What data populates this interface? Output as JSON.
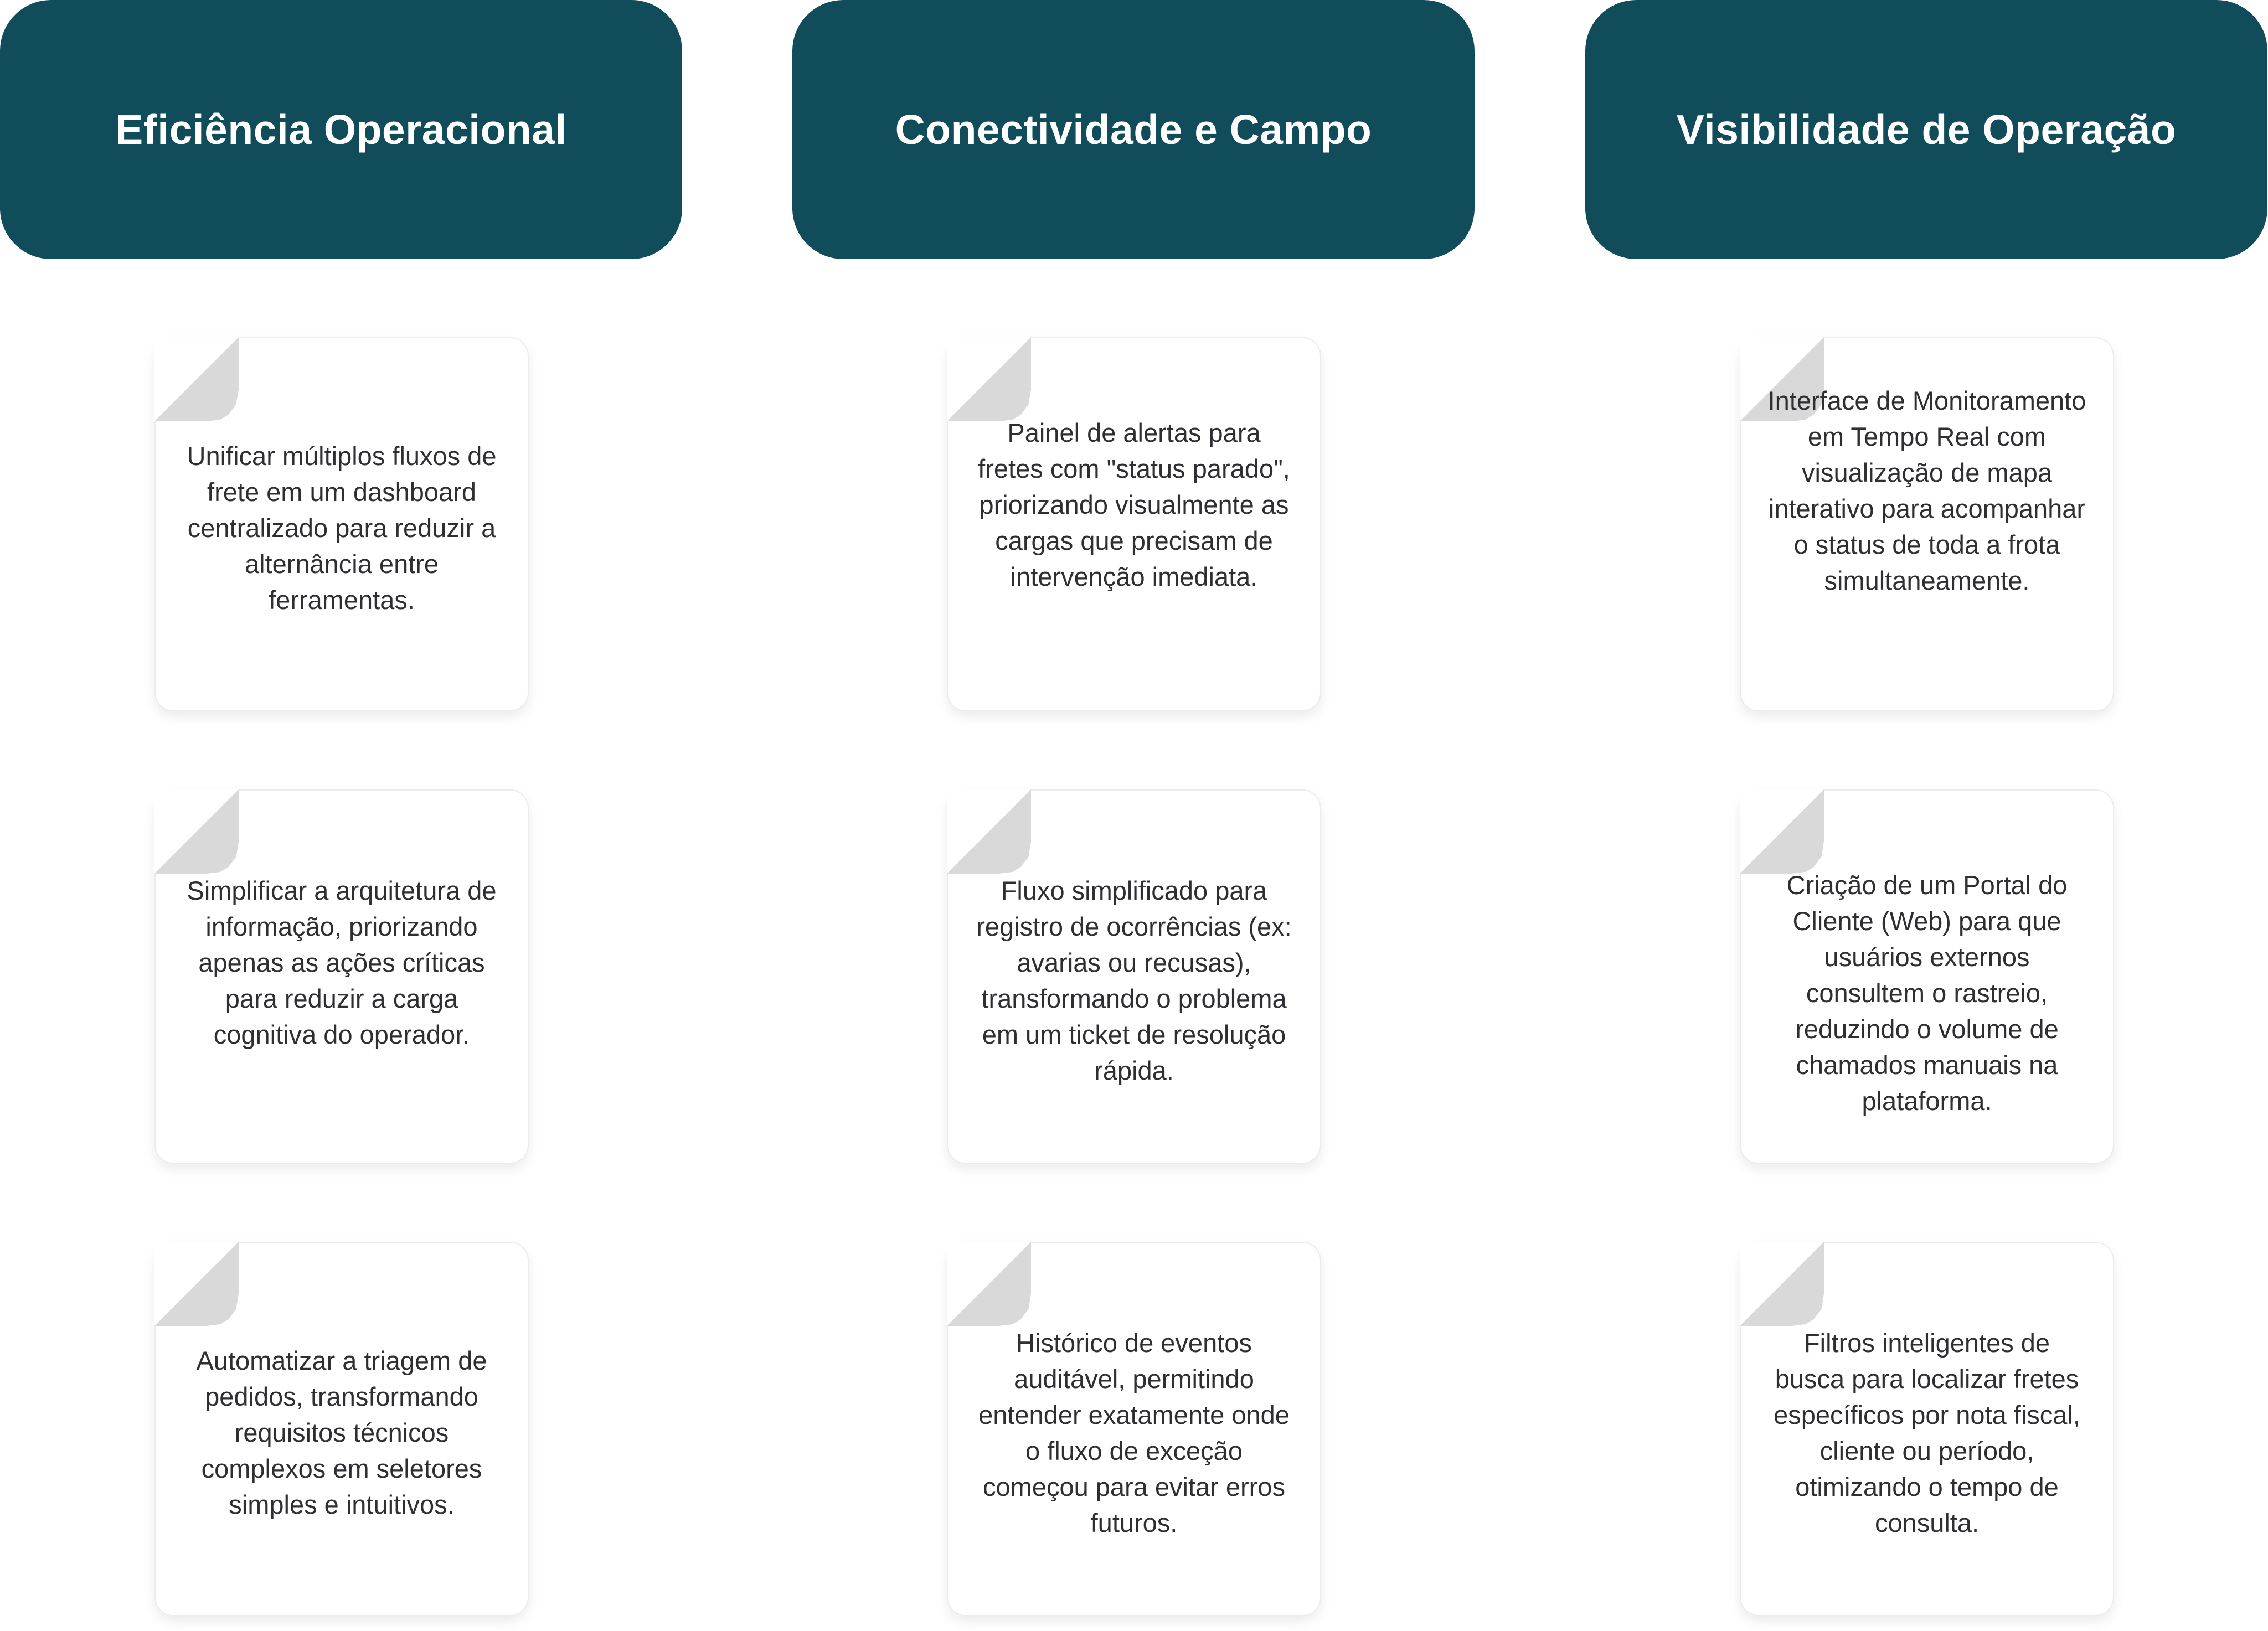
{
  "columns": [
    {
      "title": "Eficiência Operacional",
      "cards": [
        "Unificar múltiplos fluxos de frete em um dashboard centralizado para reduzir a alternância entre ferramentas.",
        "Simplificar a arquitetura de informação, priorizando apenas as ações críticas para reduzir a carga cognitiva do operador.",
        "Automatizar a triagem de pedidos, transformando requisitos técnicos complexos em seletores simples e intuitivos."
      ]
    },
    {
      "title": "Conectividade e Campo",
      "cards": [
        "Painel de alertas para fretes com \"status parado\", priorizando visualmente as cargas que precisam de intervenção imediata.",
        "Fluxo simplificado para registro de ocorrências (ex: avarias ou recusas), transformando o problema em um ticket de resolução rápida.",
        "Histórico de eventos auditável, permitindo entender exatamente onde o fluxo de exceção começou para evitar erros futuros."
      ]
    },
    {
      "title": "Visibilidade de Operação",
      "cards": [
        "Interface de Monitoramento em Tempo Real com visualização de mapa interativo para acompanhar o status de toda a frota simultaneamente.",
        "Criação de um Portal do Cliente (Web) para que usuários externos consultem o rastreio, reduzindo o volume de chamados manuais na plataforma.",
        "Filtros inteligentes de busca para localizar fretes específicos por nota fiscal, cliente ou período, otimizando o tempo de consulta."
      ]
    }
  ],
  "colors": {
    "header_background": "#114c5a",
    "header_text": "#ffffff",
    "card_text": "#2e2e33",
    "card_fold": "#d9d9d9"
  }
}
